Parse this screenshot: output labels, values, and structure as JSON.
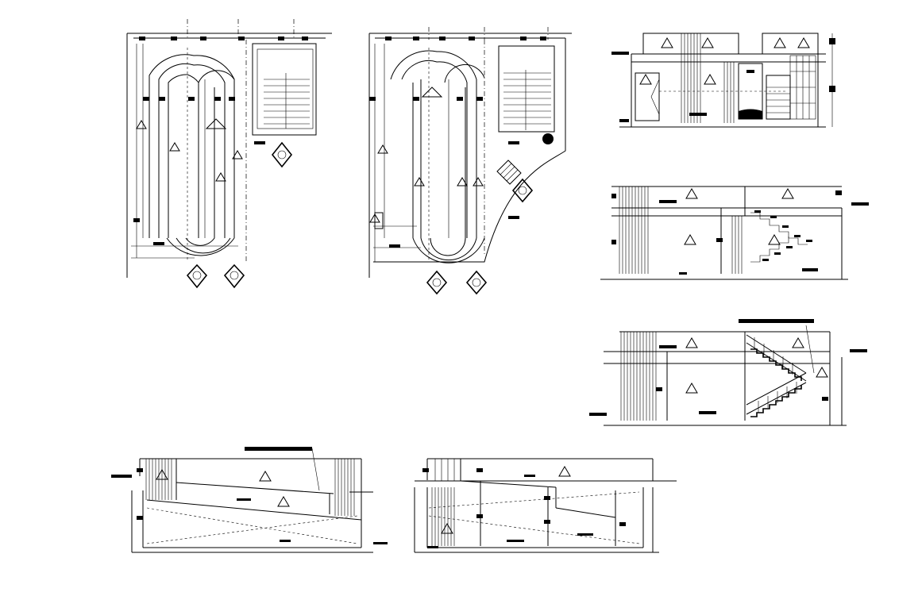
{
  "drawing": {
    "background": "#ffffff",
    "ink": "#000000",
    "views": [
      "plan-left",
      "plan-right",
      "elevation-top",
      "section-middle",
      "section-stair",
      "section-ramp-left",
      "section-ramp-right"
    ]
  }
}
